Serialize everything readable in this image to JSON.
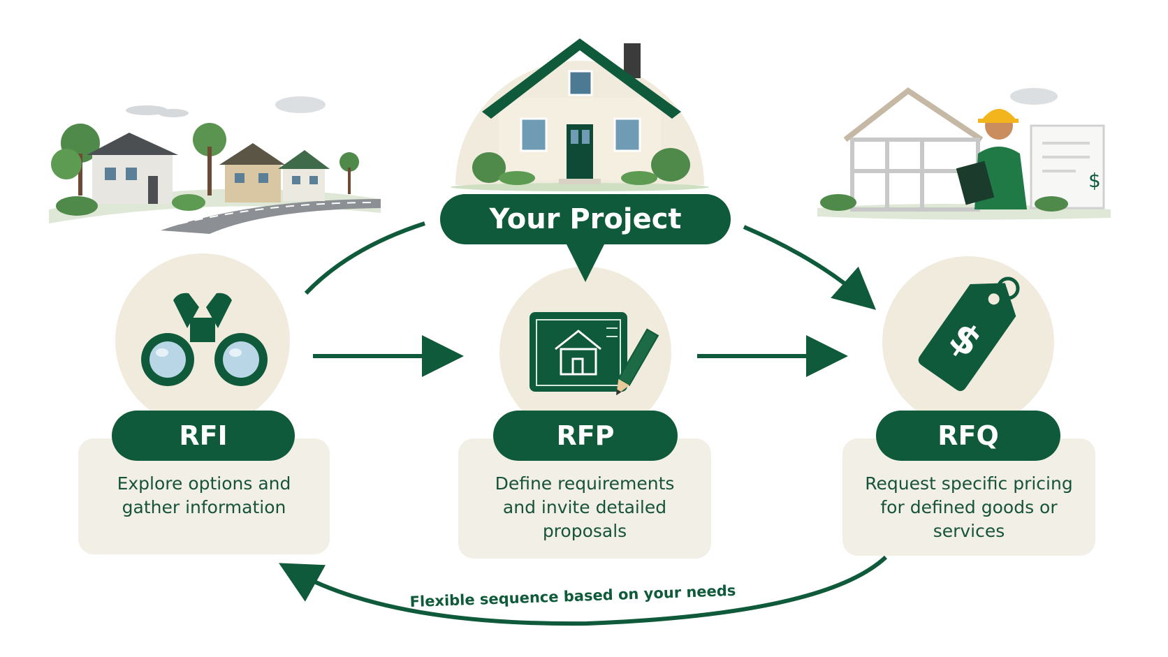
{
  "center": {
    "title": "Your Project"
  },
  "steps": [
    {
      "label": "RFI",
      "description": "Explore options and gather information",
      "icon": "binoculars-icon"
    },
    {
      "label": "RFP",
      "description": "Define requirements and invite detailed proposals",
      "icon": "blueprint-pencil-icon"
    },
    {
      "label": "RFQ",
      "description": "Request specific pricing for defined goods or services",
      "icon": "price-tag-icon"
    }
  ],
  "loop_label": "Flexible sequence based on your needs",
  "colors": {
    "primary": "#0f5a3a",
    "card": "#f2efe6",
    "circle": "#f0ebdd",
    "text": "#17533a"
  }
}
